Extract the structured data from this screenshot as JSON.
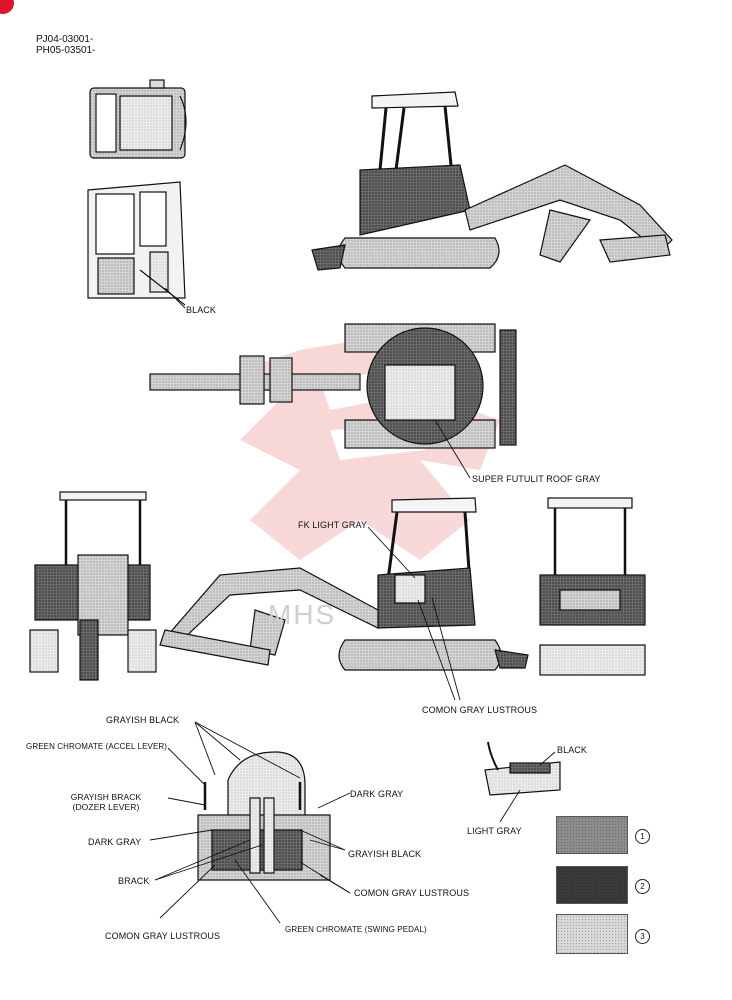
{
  "header": {
    "line1": "PJ04-03001-",
    "line2": "PH05-03501-"
  },
  "labels": {
    "black_top": "BLACK",
    "super_futulit": "SUPER FUTULIT ROOF GRAY",
    "fk_light_gray": "FK LIGHT GRAY",
    "comon_gray_lustrous_side": "COMON GRAY LUSTROUS",
    "grayish_black_top": "GRAYISH BLACK",
    "green_chromate_accel": "GREEN CHROMATE (ACCEL LEVER)",
    "grayish_brack_line1": "GRAYISH BRACK",
    "grayish_brack_line2": "(DOZER LEVER)",
    "dark_gray_left": "DARK GRAY",
    "brack": "BRACK",
    "comon_gray_lustrous_bottom": "COMON GRAY LUSTROUS",
    "green_chromate_swing": "GREEN CHROMATE (SWING PEDAL)",
    "dark_gray_right": "DARK GRAY",
    "grayish_black_right": "GRAYISH BLACK",
    "comon_gray_lustrous_right": "COMON GRAY LUSTROUS",
    "black_pedal": "BLACK",
    "light_gray": "LIGHT GRAY",
    "watermark": "MHS"
  },
  "legend": [
    {
      "number": "1",
      "color": "#8c8c8c"
    },
    {
      "number": "2",
      "color": "#3a3a3a"
    },
    {
      "number": "3",
      "color": "#d8d8d8"
    }
  ],
  "colors": {
    "accent": "#e0142a",
    "watermark": "#f3b8b8"
  }
}
